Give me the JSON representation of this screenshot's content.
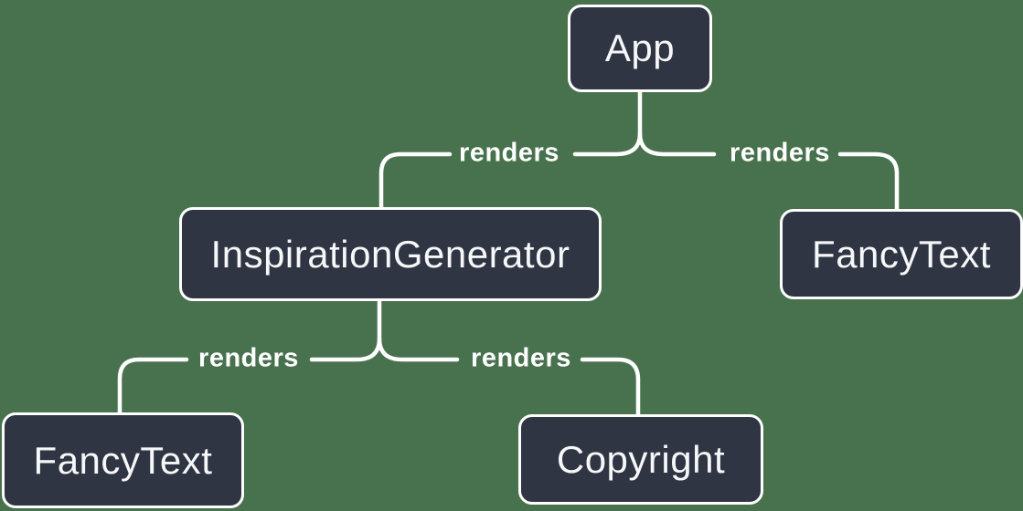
{
  "colors": {
    "background": "#48724E",
    "node_fill": "#2F3542",
    "node_border": "#FFFFFF",
    "node_text": "#F6F7F9",
    "edge_line": "#FFFFFF",
    "edge_label_text": "#FFFFFF"
  },
  "diagram": {
    "type": "tree",
    "nodes": [
      {
        "id": "app",
        "label": "App"
      },
      {
        "id": "inspiration-generator",
        "label": "InspirationGenerator"
      },
      {
        "id": "fancy-text-right",
        "label": "FancyText"
      },
      {
        "id": "fancy-text-left",
        "label": "FancyText"
      },
      {
        "id": "copyright",
        "label": "Copyright"
      }
    ],
    "edges": [
      {
        "from": "App",
        "to": "InspirationGenerator",
        "label": "renders"
      },
      {
        "from": "App",
        "to": "FancyText",
        "label": "renders"
      },
      {
        "from": "InspirationGenerator",
        "to": "FancyText",
        "label": "renders"
      },
      {
        "from": "InspirationGenerator",
        "to": "Copyright",
        "label": "renders"
      }
    ]
  }
}
